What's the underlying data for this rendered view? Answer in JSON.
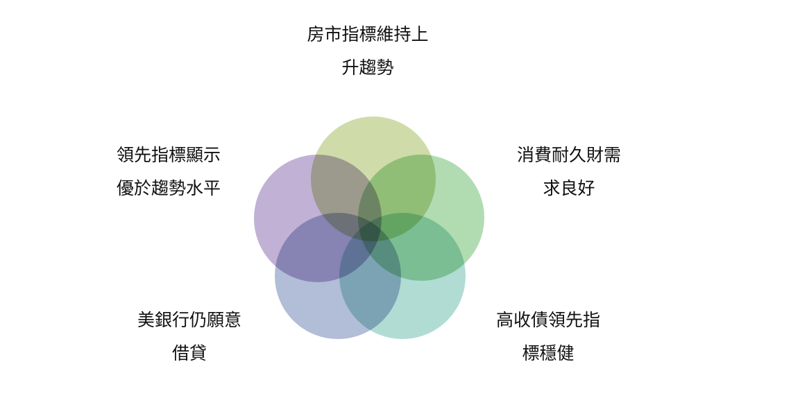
{
  "nodes": [
    {
      "id": "top",
      "lines": [
        "房市指標維持上",
        "升趨勢"
      ],
      "color": "#c8d9a0"
    },
    {
      "id": "right",
      "lines": [
        "消費耐久財需",
        "求良好"
      ],
      "color": "#9ed3a2"
    },
    {
      "id": "bottom-right",
      "lines": [
        "高收債領先指",
        "標穩健"
      ],
      "color": "#9ed3c9"
    },
    {
      "id": "bottom-left",
      "lines": [
        "美銀行仍願意",
        "借貸"
      ],
      "color": "#9fadcc"
    },
    {
      "id": "left",
      "lines": [
        "領先指標顯示",
        "優於趨勢水平"
      ],
      "color": "#ad9cc9"
    }
  ]
}
